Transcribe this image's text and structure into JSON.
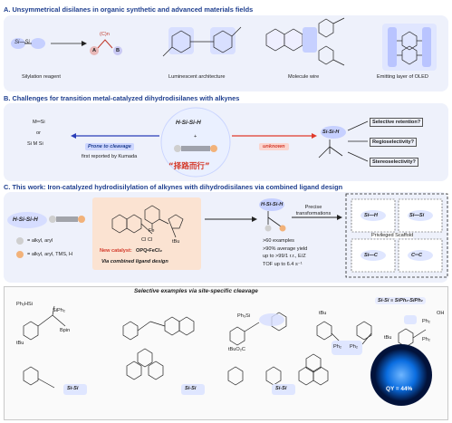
{
  "sectionA": {
    "title": "A. Unsymmetrical disilanes in organic synthetic and advanced materials fields",
    "silylation_label": "Silylation reagent",
    "luminescent_label": "Luminescent architecture",
    "wire_label": "Molecule wire",
    "oled_label": "Emitting layer of OLED",
    "si_si": "Si—Si",
    "A": "A",
    "B": "B",
    "C": "(C)n"
  },
  "sectionB": {
    "title": "B. Challenges for transition metal-catalyzed dihydrodisilanes with alkynes",
    "left_species_top": "M═Si",
    "left_species_or": "or",
    "left_species_bottom": "Si  M  Si",
    "prone": "Prone to cleavage",
    "kumada": "first reported by Kumada",
    "reagent": "H-Si-Si-H",
    "plus": "+",
    "chinese": "“择路而行”",
    "unknown": "unknown",
    "right_frag": "Si-Si-H",
    "q1": "Selective retention?",
    "q2": "Regioselectivity?",
    "q3": "Stereoselectivity?"
  },
  "sectionC": {
    "title": "C. This work: Iron-catalyzed hydrodisilylation of alkynes with dihydrodisilanes via combined ligand design",
    "reagent": "H-Si-Si-H",
    "gray_def": "= alkyl, aryl",
    "orange_def": "= alkyl, aryl, TMS, H",
    "new_catalyst": "New catalyst:",
    "catalyst_formula": "OPQ•FeCl₂",
    "via": "Via combined ligand design",
    "fe_label": "Fe",
    "cl_label": "Cl   Cl",
    "tbu": "tBu",
    "stats": [
      ">60 examples",
      ">90% average yield",
      "up to >99/1 r.r., E/Z",
      "TOF up to 6.4 s⁻¹"
    ],
    "precise": "Precise transformations",
    "privileged": "Privileged Scaffold",
    "scaffold": [
      "Si—H",
      "Si—Si",
      "Si—C",
      "C═C"
    ]
  },
  "examples": {
    "title": "Selective examples via site-specific cleavage",
    "ex1": [
      "Ph₂HSi",
      "SiPh₂",
      "Bpin",
      "tBu"
    ],
    "ex3": [
      "Ph₃Si",
      "tBuO₂C"
    ],
    "ex4": [
      "tBu",
      "Ph₂",
      "Ph₂"
    ],
    "ex5": [
      "tBu",
      "Ph₂",
      "Ph₂",
      "OH"
    ],
    "legend": "Si-Si  ≡  SiPh₂-SiPh₂",
    "qy": "QY = 44%",
    "si_si": "Si-Si"
  },
  "colors": {
    "accent_blue": "#1f3f8f",
    "highlight_lilac": "#dfe6ff",
    "arrow_red": "#e03a2a",
    "orange": "#f2b27a",
    "catalyst_panel": "#fbe3d2",
    "glow": "#0a6de0"
  }
}
